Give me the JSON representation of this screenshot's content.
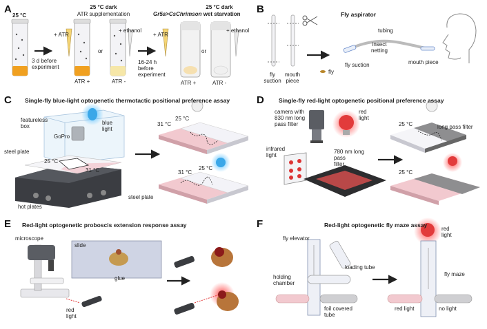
{
  "panels": {
    "A": {
      "letter": "A",
      "temp_start": "25 °C",
      "title1": "25 °C dark",
      "sub1": "ATR supplementation",
      "plus_atr": "+ ATR",
      "or": "or",
      "plus_ethanol": "+ ethanol",
      "timing1": "3 d before\nexperiment",
      "atr_plus": "ATR +",
      "atr_minus": "ATR -",
      "timing2": "16-24 h\nbefore\nexperiment",
      "title2": "25 °C dark",
      "genotype": "Gr5a>CsChrimson",
      "title2_suffix": " wet starvation"
    },
    "B": {
      "letter": "B",
      "title": "Fly aspirator",
      "fly_suction": "fly\nsuction",
      "mouth_piece": "mouth\npiece",
      "fly": "fly",
      "tubing": "tubing",
      "insect_netting": "insect\nnetting",
      "fly_suction2": "fly suction",
      "mouth_piece2": "mouth piece"
    },
    "C": {
      "letter": "C",
      "title": "Single-fly blue-light optogenetic thermotactic positional preference assay",
      "featureless_box": "featureless\nbox",
      "gopro": "GoPro",
      "blue_light": "blue\nlight",
      "steel_plate": "steel plate",
      "t25": "25 °C",
      "t31": "31 °C",
      "hot_plates": "hot plates",
      "steel_plate2": "steel plate"
    },
    "D": {
      "letter": "D",
      "title": "Single-fly red-light optogenetic positional preference assay",
      "camera": "camera with\n830 nm long\npass filter",
      "red_light": "red\nlight",
      "infrared_light": "infrared\nlight",
      "filter780": "780 nm long\npass\nfilter",
      "t25": "25 °C",
      "long_pass_filter": "long pass filter"
    },
    "E": {
      "letter": "E",
      "title": "Red-light optogenetic proboscis extension response assay",
      "microscope": "microscope",
      "slide": "slide",
      "glue": "glue",
      "red_light": "red\nlight"
    },
    "F": {
      "letter": "F",
      "title": "Red-light optogenetic fly maze assay",
      "fly_elevator": "fly elevator",
      "loading_tube": "loading tube",
      "holding_chamber": "holding\nchamber",
      "foil_covered_tube": "foil covered\ntube",
      "red_light_top": "red\nlight",
      "fly_maze": "fly maze",
      "red_light": "red light",
      "no_light": "no light"
    }
  },
  "colors": {
    "amber": "#f0a020",
    "paleyellow": "#f6e7a8",
    "red": "#e23b3b",
    "blue": "#3aa7e8",
    "pink": "#f2c9cf",
    "gray": "#8a8a8a"
  }
}
